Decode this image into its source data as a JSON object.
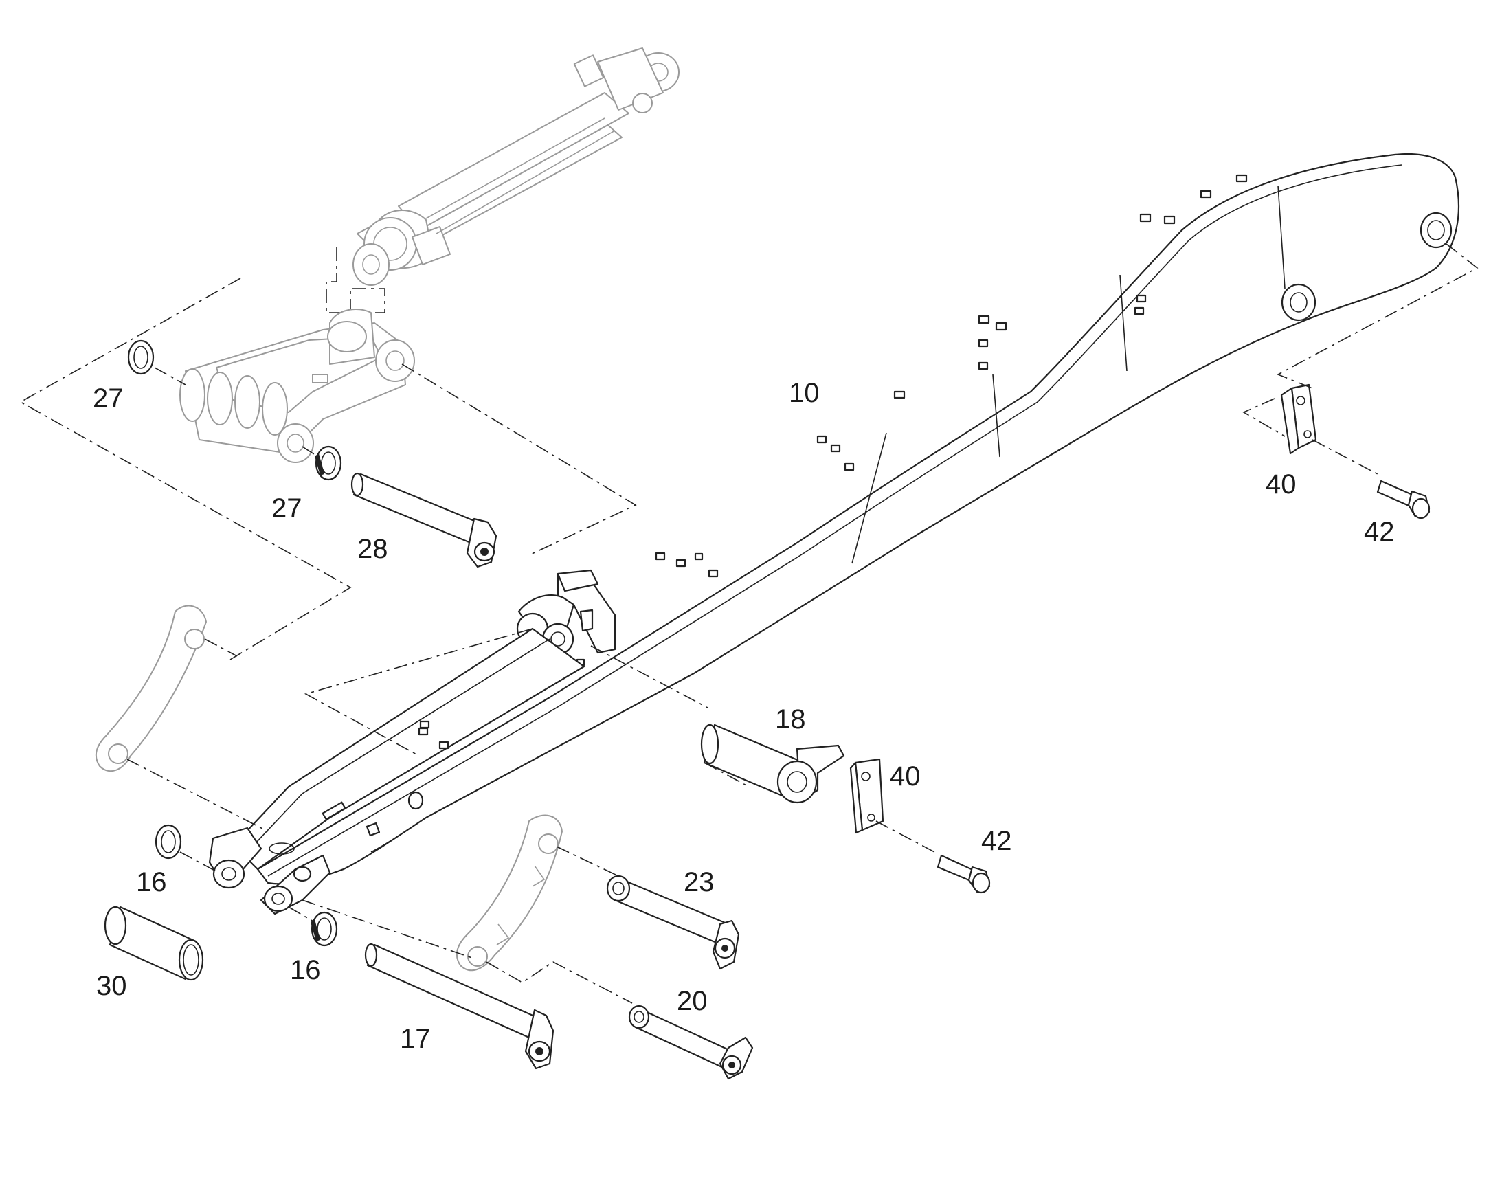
{
  "callouts": [
    {
      "id": "10",
      "label": "10"
    },
    {
      "id": "16a",
      "label": "16"
    },
    {
      "id": "16b",
      "label": "16"
    },
    {
      "id": "17",
      "label": "17"
    },
    {
      "id": "18",
      "label": "18"
    },
    {
      "id": "20",
      "label": "20"
    },
    {
      "id": "23",
      "label": "23"
    },
    {
      "id": "27a",
      "label": "27"
    },
    {
      "id": "27b",
      "label": "27"
    },
    {
      "id": "28",
      "label": "28"
    },
    {
      "id": "30",
      "label": "30"
    },
    {
      "id": "40a",
      "label": "40"
    },
    {
      "id": "40b",
      "label": "40"
    },
    {
      "id": "42a",
      "label": "42"
    },
    {
      "id": "42b",
      "label": "42"
    }
  ],
  "colors": {
    "line": "#222222",
    "ghost": "#9a9a9a",
    "background": "#ffffff"
  }
}
